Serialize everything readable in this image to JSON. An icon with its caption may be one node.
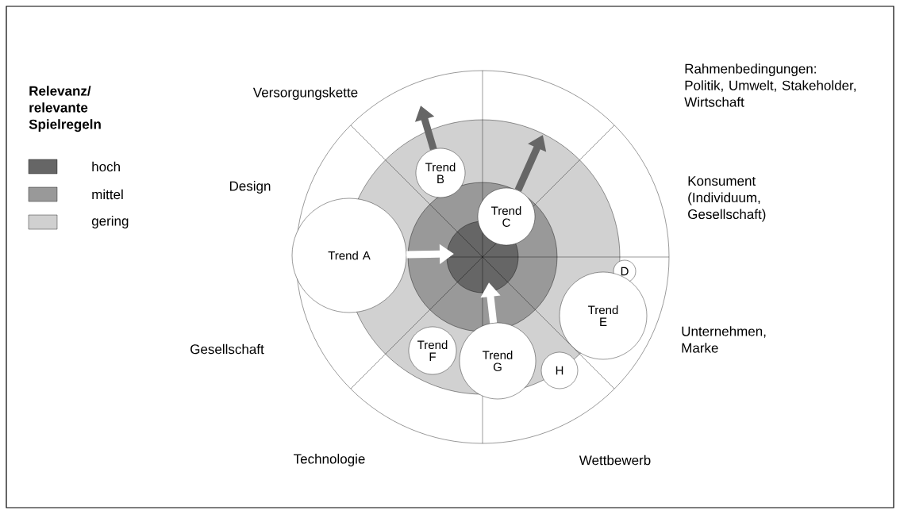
{
  "diagram": {
    "nodes": [
      {
        "text": [
          "Trend A"
        ]
      },
      {
        "text": [
          "Trend B"
        ]
      },
      {
        "text": [
          "Trend C"
        ]
      },
      {
        "text": [
          "D"
        ]
      },
      {
        "text": [
          "Trend E"
        ]
      },
      {
        "text": [
          "Trend F"
        ]
      },
      {
        "text": [
          "Trend G"
        ]
      },
      {
        "text": [
          "H"
        ]
      }
    ],
    "edges": [
      {
        "from": 0,
        "to": null,
        "arrow": "to",
        "color": "#ffffff"
      },
      {
        "from": 1,
        "to": null,
        "arrow": "to",
        "color": "#666666"
      },
      {
        "from": 2,
        "to": null,
        "arrow": "to",
        "color": "#666666"
      },
      {
        "from": 6,
        "to": null,
        "arrow": "to",
        "color": "#ffffff"
      }
    ],
    "labels": [
      "Rahmenbedingungen: Politik, Umwelt, Stakeholder, Wirtschaft",
      "Relevanz/ relevante Spielregeln",
      "Versorgungskette",
      "Design",
      "Konsument (Individuum, Gesellschaft)",
      "Gesellschaft",
      "Unternehmen, Marke",
      "Technologie",
      "Wettbewerb"
    ],
    "legend": [
      {
        "text": "hoch",
        "color": "#666666"
      },
      {
        "text": "mittel",
        "color": "#999999"
      },
      {
        "text": "gering",
        "color": "#d0d0d0"
      }
    ]
  }
}
